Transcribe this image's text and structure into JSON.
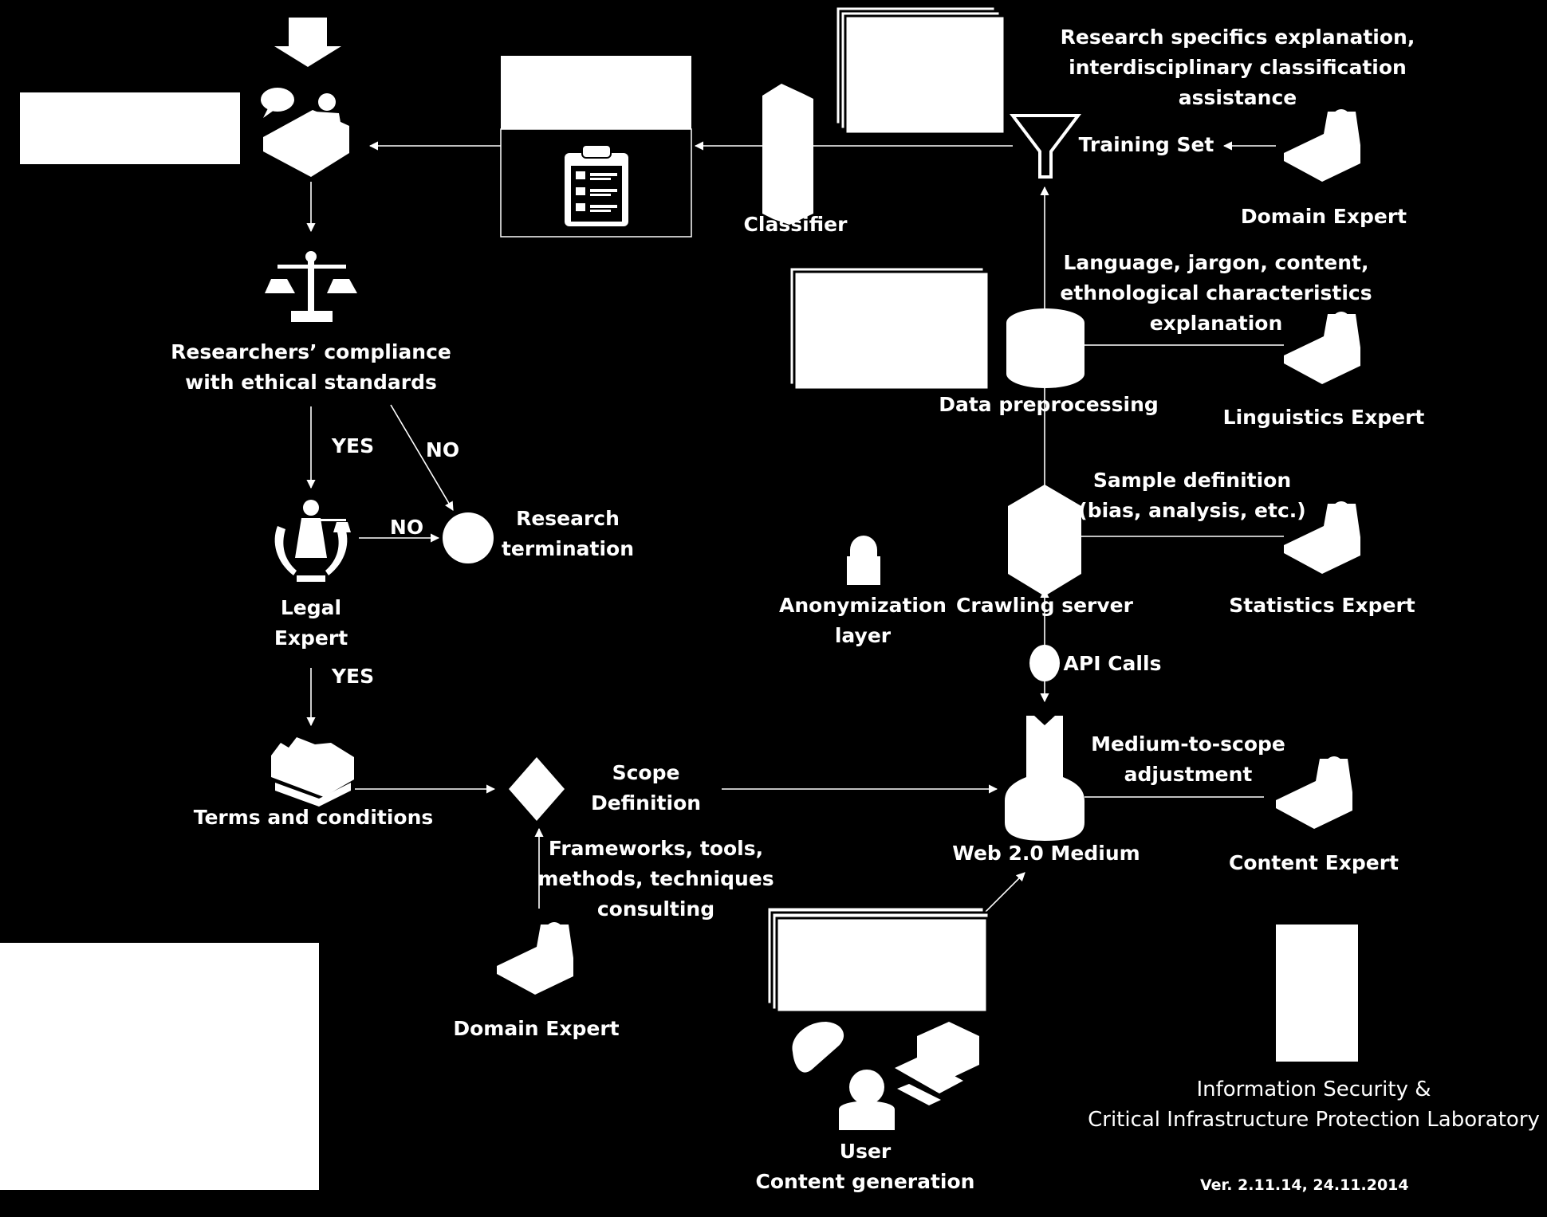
{
  "labels": {
    "research_specifics": [
      "Research specifics explanation,",
      "interdisciplinary classification",
      "assistance"
    ],
    "training_set": "Training Set",
    "domain_expert_top": "Domain Expert",
    "classifier": "Classifier",
    "language_jargon": [
      "Language, jargon, content,",
      "ethnological characteristics",
      "explanation"
    ],
    "ethics": [
      "Researchers’ compliance",
      "with ethical standards"
    ],
    "data_preprocessing": "Data preprocessing",
    "linguistics_expert": "Linguistics Expert",
    "yes": "YES",
    "no": "NO",
    "sample_definition": [
      "Sample definition",
      "(bias, analysis, etc.)"
    ],
    "research_termination": [
      "Research",
      "termination"
    ],
    "legal_expert": [
      "Legal",
      "Expert"
    ],
    "anonymization": [
      "Anonymization",
      "layer"
    ],
    "crawling_server": "Crawling server",
    "statistics_expert": "Statistics Expert",
    "api_calls": "API Calls",
    "medium_adjustment": [
      "Medium-to-scope",
      "adjustment"
    ],
    "scope_definition": [
      "Scope",
      "Definition"
    ],
    "terms_conditions": "Terms and conditions",
    "frameworks": [
      "Frameworks, tools,",
      "methods, techniques",
      "consulting"
    ],
    "web_medium": "Web 2.0 Medium",
    "content_expert": "Content Expert",
    "domain_expert_bottom": "Domain Expert",
    "lab": [
      "Information Security &",
      "Critical Infrastructure Protection Laboratory"
    ],
    "user": [
      "User",
      "Content generation"
    ],
    "version": "Ver. 2.11.14, 24.11.2014"
  },
  "colors": {
    "background": "#000000",
    "foreground": "#ffffff"
  }
}
